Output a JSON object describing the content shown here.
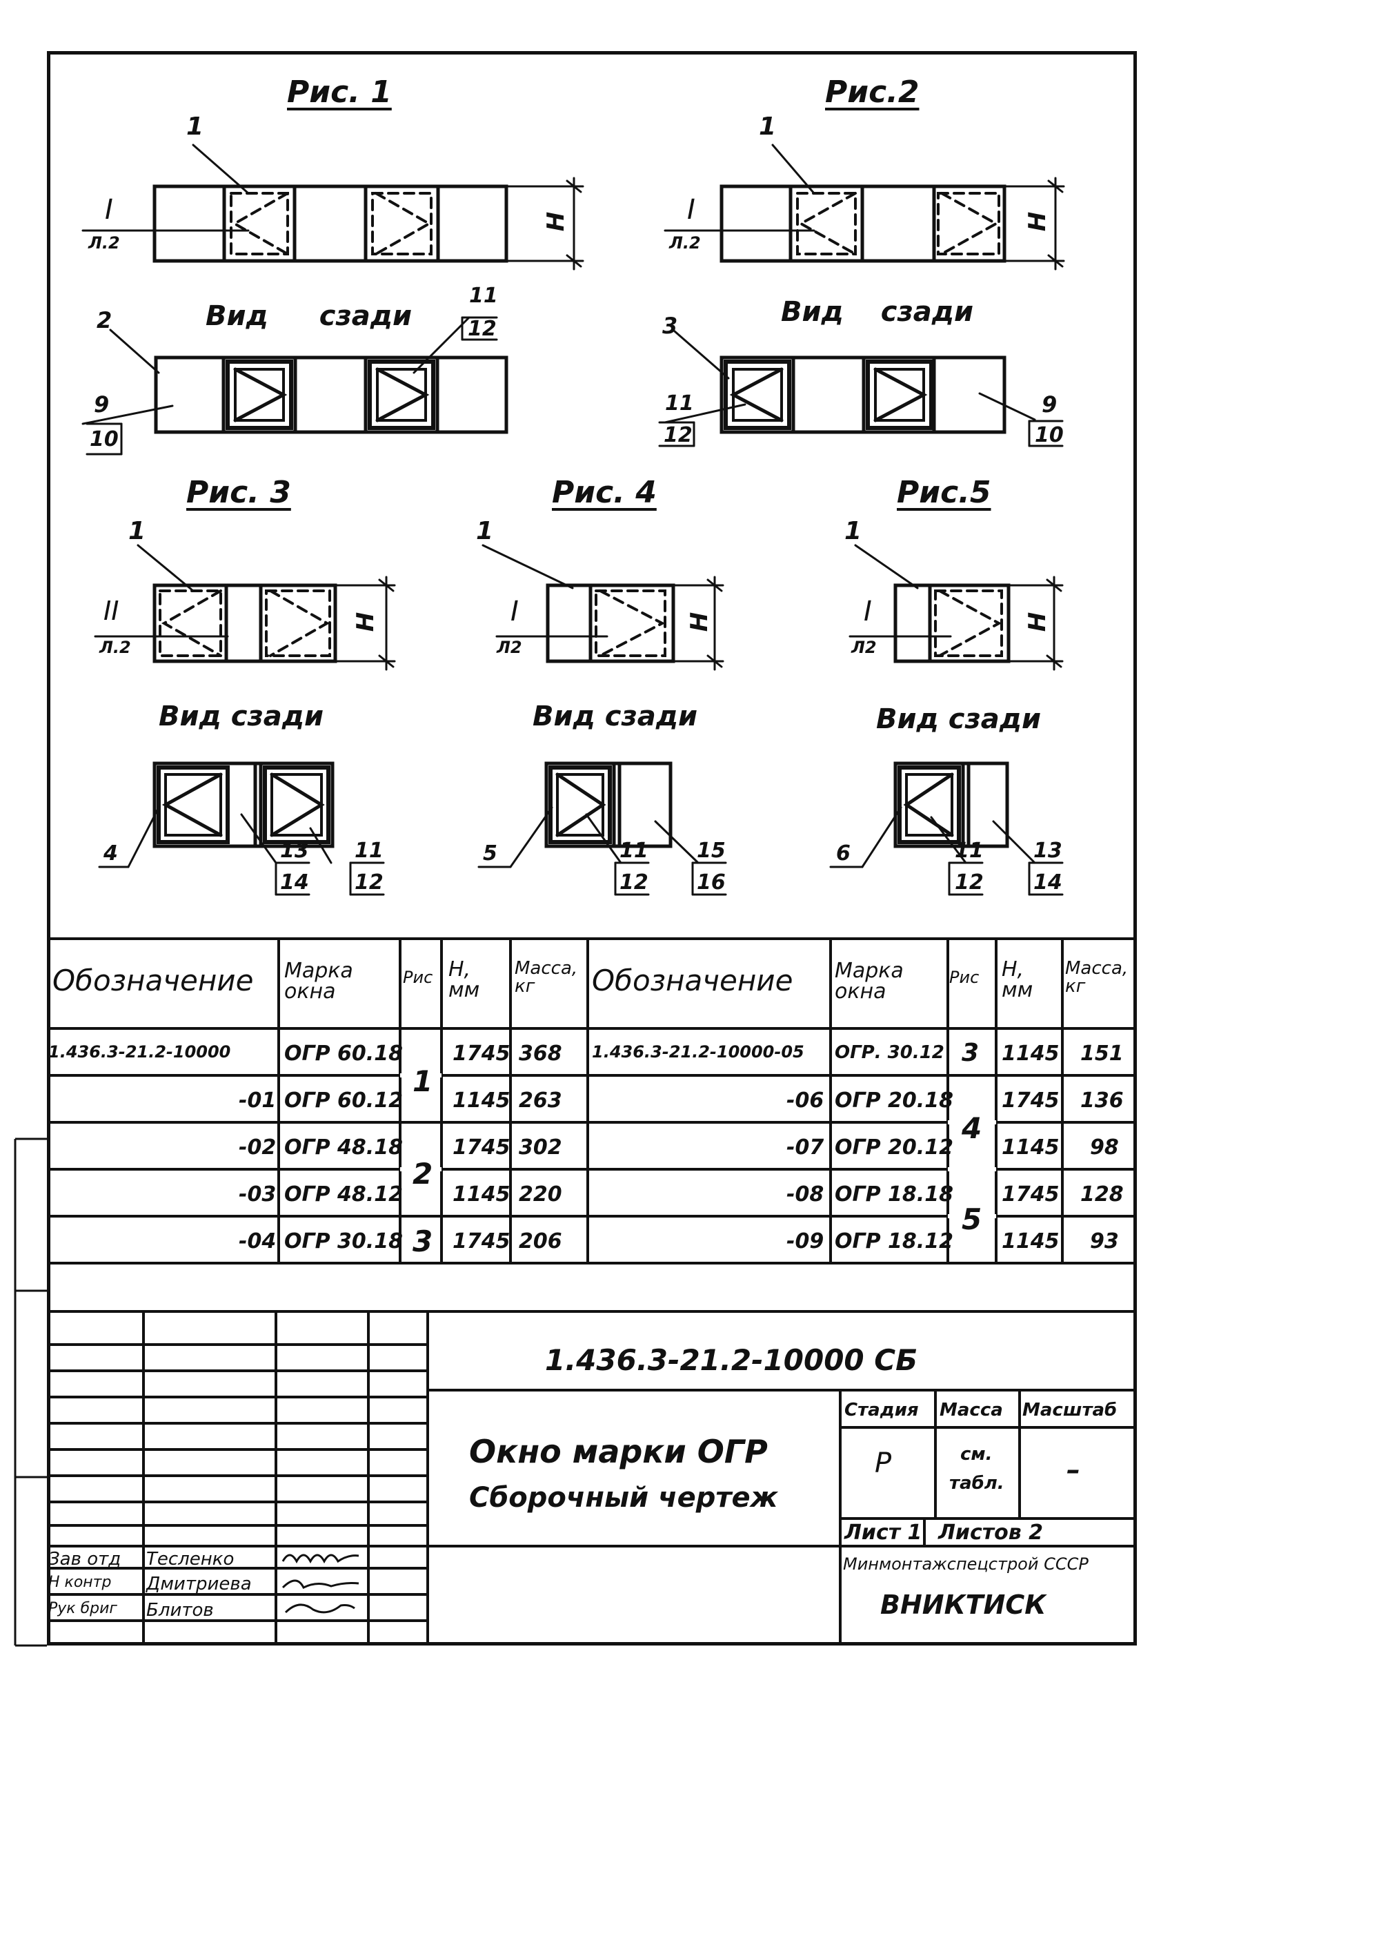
{
  "figures": {
    "fig1_title": "Рис. 1",
    "fig2_title": "Рис.2",
    "fig3_title": "Рис. 3",
    "fig4_title": "Рис. 4",
    "fig5_title": "Рис.5",
    "view_back_1": "Вид сзади",
    "view_back_2": "Вид сзади",
    "view_back_3": "Вид сзади",
    "view_back_4": "Вид сзади",
    "view_back_5": "Вид сзади",
    "height_mark": "Н",
    "labels": {
      "f1_pos": "1",
      "f1_sec": "I",
      "f1_sheet": "Л.2",
      "f1b_2": "2",
      "f1b_9": "9",
      "f1b_10": "10",
      "f1b_11": "11",
      "f1b_12": "12",
      "f2_pos": "1",
      "f2_sec": "I",
      "f2_sheet": "Л.2",
      "f2b_3": "3",
      "f2b_11": "11",
      "f2b_12": "12",
      "f2b_9": "9",
      "f2b_10": "10",
      "f3_pos": "1",
      "f3_sec": "II",
      "f3_sheet": "Л.2",
      "f3b_4": "4",
      "f3b_13": "13",
      "f3b_14": "14",
      "f3b_11": "11",
      "f3b_12": "12",
      "f4_pos": "1",
      "f4_sec": "I",
      "f4_sheet": "Л2",
      "f4b_5": "5",
      "f4b_11": "11",
      "f4b_12": "12",
      "f4b_15": "15",
      "f4b_16": "16",
      "f5_pos": "1",
      "f5_sec": "I",
      "f5_sheet": "Л2",
      "f5b_6": "6",
      "f5b_11": "11",
      "f5b_12": "12",
      "f5b_13": "13",
      "f5b_14": "14"
    }
  },
  "spec_table": {
    "headers": {
      "designation": "Обозначение",
      "mark": "Марка окна",
      "fig": "Рис",
      "h": "Н, мм",
      "mass": "Масса, кг"
    },
    "left_rows": [
      {
        "designation": "1.436.3-21.2-10000",
        "mark": "ОГР 60.18",
        "h": "1745",
        "mass": "368"
      },
      {
        "designation": "-01",
        "mark": "ОГР 60.12",
        "h": "1145",
        "mass": "263"
      },
      {
        "designation": "-02",
        "mark": "ОГР 48.18",
        "h": "1745",
        "mass": "302"
      },
      {
        "designation": "-03",
        "mark": "ОГР 48.12",
        "h": "1145",
        "mass": "220"
      },
      {
        "designation": "-04",
        "mark": "ОГР 30.18",
        "h": "1745",
        "mass": "206"
      }
    ],
    "left_figs": [
      "1",
      "2",
      "3"
    ],
    "right_rows": [
      {
        "designation": "1.436.3-21.2-10000-05",
        "mark": "ОГР. 30.12",
        "h": "1145",
        "mass": "151"
      },
      {
        "designation": "-06",
        "mark": "ОГР 20.18",
        "h": "1745",
        "mass": "136"
      },
      {
        "designation": "-07",
        "mark": "ОГР 20.12",
        "h": "1145",
        "mass": "98"
      },
      {
        "designation": "-08",
        "mark": "ОГР 18.18",
        "h": "1745",
        "mass": "128"
      },
      {
        "designation": "-09",
        "mark": "ОГР 18.12",
        "h": "1145",
        "mass": "93"
      }
    ],
    "right_figs": [
      "3",
      "4",
      "5"
    ]
  },
  "title_block": {
    "doc_code": "1.436.3-21.2-10000 СБ",
    "name_line1": "Окно марки ОГР",
    "name_line2": "Сборочный чертеж",
    "stage_hdr": "Стадия",
    "mass_hdr": "Масса",
    "scale_hdr": "Масштаб",
    "stage": "Р",
    "mass_val_1": "см.",
    "mass_val_2": "табл.",
    "scale_val": "–",
    "sheet": "Лист 1",
    "sheets": "Листов 2",
    "org_1": "Минмонтажспецстрой СССР",
    "org_2": "ВНИКТИСК",
    "people": [
      {
        "role": "Зав отд",
        "name": "Тесленко",
        "sign": "Мllllч"
      },
      {
        "role": "Н контр",
        "name": "Дмитриева",
        "sign": "Дмтр"
      },
      {
        "role": "Рук бриг",
        "name": "Блитов",
        "sign": "Кол"
      }
    ]
  }
}
